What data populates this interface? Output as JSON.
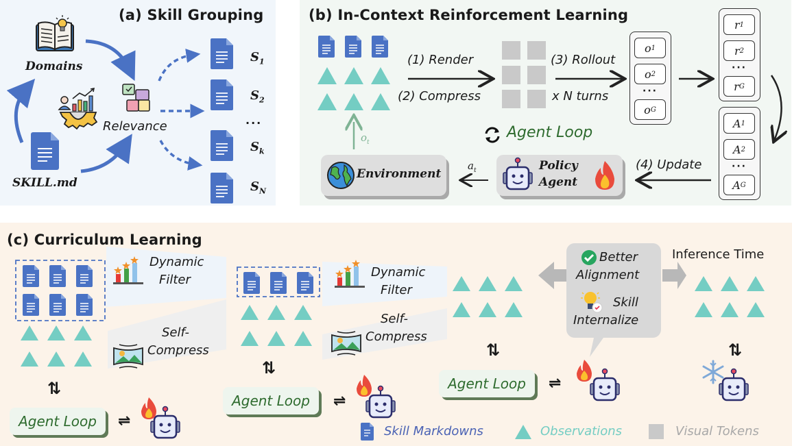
{
  "panel_a": {
    "title": "(a) Skill Grouping",
    "domains_label": "Domains",
    "skill_file_label": "SKILL.md",
    "relevance_label": "Relevance",
    "outputs": [
      {
        "name": "S",
        "sub": "1"
      },
      {
        "name": "S",
        "sub": "2"
      },
      {
        "name": "S",
        "sub": "k"
      },
      {
        "name": "S",
        "sub": "N"
      }
    ],
    "ellipsis": "···"
  },
  "panel_b": {
    "title": "(b) In-Context Reinforcement Learning",
    "step1": "(1) Render",
    "step2": "(2) Compress",
    "step3": "(3) Rollout",
    "turns": "x N turns",
    "step4": "(4) Update",
    "agent_loop": "Agent Loop",
    "observation_label": "o",
    "observation_sub": "t",
    "action_label": "a",
    "action_sub": "t",
    "environment_label": "Environment",
    "policy_agent_line1": "Policy",
    "policy_agent_line2": "Agent",
    "rollouts": [
      {
        "v": "o",
        "s": "1"
      },
      {
        "v": "o",
        "s": "2"
      },
      {
        "v": "o",
        "s": "G"
      }
    ],
    "rewards": [
      {
        "v": "r",
        "s": "1"
      },
      {
        "v": "r",
        "s": "2"
      },
      {
        "v": "r",
        "s": "G"
      }
    ],
    "advantages": [
      {
        "v": "A",
        "s": "1"
      },
      {
        "v": "A",
        "s": "2"
      },
      {
        "v": "A",
        "s": "G"
      }
    ],
    "ellipsis": "···"
  },
  "panel_c": {
    "title": "(c) Curriculum Learning",
    "dynamic_filter_line1": "Dynamic",
    "dynamic_filter_line2": "Filter",
    "self_compress_line1": "Self-",
    "self_compress_line2": "Compress",
    "agent_loop": "Agent Loop",
    "better_alignment_line1": "Better",
    "better_alignment_line2": "Alignment",
    "skill_internalize_line1": "Skill",
    "skill_internalize_line2": "Internalize",
    "inference_time": "Inference Time",
    "stages": [
      {
        "skill_docs": 6,
        "observations": 6,
        "agent_state": "trainable"
      },
      {
        "skill_docs": 3,
        "observations": 6,
        "agent_state": "trainable"
      },
      {
        "skill_docs": 0,
        "observations": 6,
        "agent_state": "trainable"
      },
      {
        "skill_docs": 0,
        "observations": 6,
        "agent_state": "frozen"
      }
    ]
  },
  "legend": {
    "skill_markdowns": "Skill Markdowns",
    "observations": "Observations",
    "visual_tokens": "Visual Tokens"
  },
  "colors": {
    "doc_blue": "#4a72c4",
    "observation_teal": "#74cdc3",
    "visual_token_gray": "#c9c9c9",
    "agent_loop_green": "#2e6b2e",
    "panel_a_bg": "#f1f6fb",
    "panel_b_bg": "#f2f7f3",
    "panel_c_bg": "#fcf3e9"
  }
}
